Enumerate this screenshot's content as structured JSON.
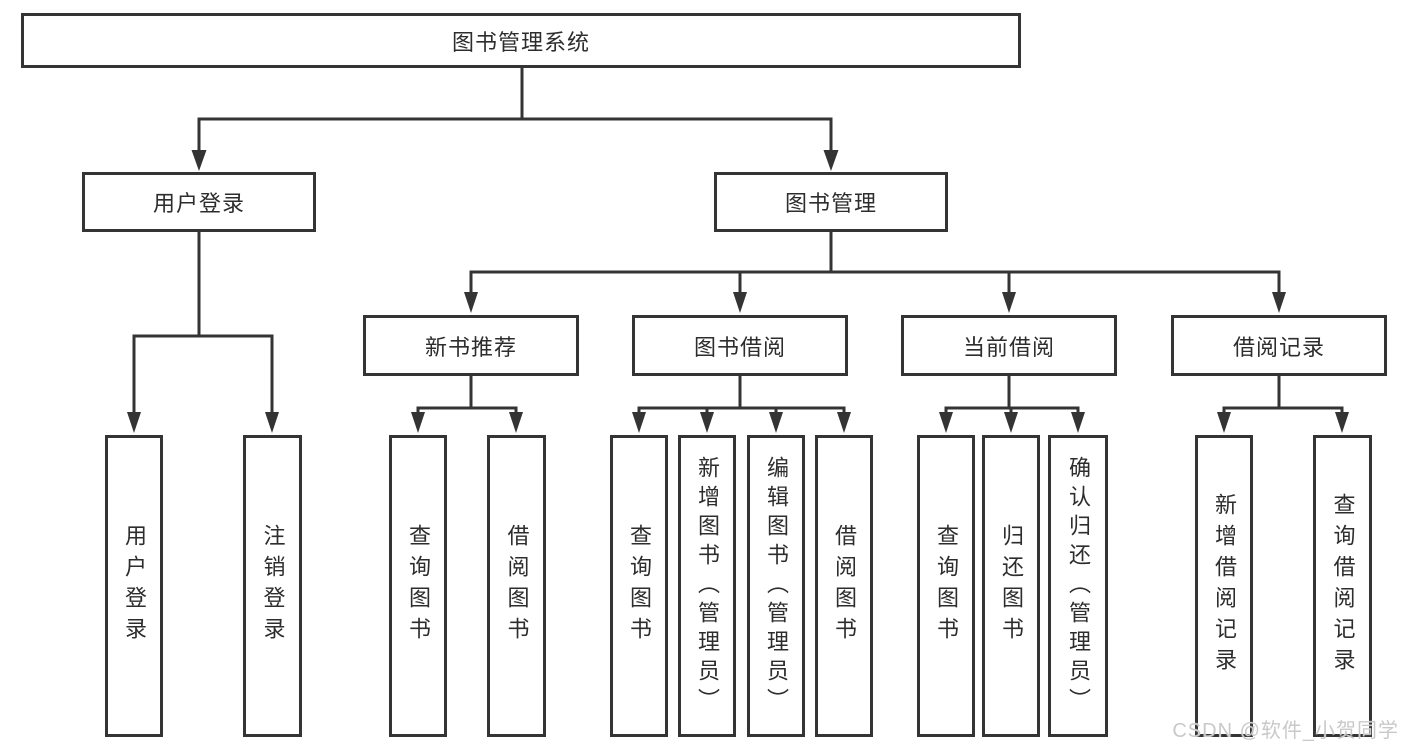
{
  "tree": {
    "label": "图书管理系统",
    "children": [
      {
        "label": "用户登录",
        "children": [
          {
            "label": "用户登录"
          },
          {
            "label": "注销登录"
          }
        ]
      },
      {
        "label": "图书管理",
        "children": [
          {
            "label": "新书推荐",
            "children": [
              {
                "label": "查询图书"
              },
              {
                "label": "借阅图书"
              }
            ]
          },
          {
            "label": "图书借阅",
            "children": [
              {
                "label": "查询图书"
              },
              {
                "label": "新增图书（管理员）"
              },
              {
                "label": "编辑图书（管理员）"
              },
              {
                "label": "借阅图书"
              }
            ]
          },
          {
            "label": "当前借阅",
            "children": [
              {
                "label": "查询图书"
              },
              {
                "label": "归还图书"
              },
              {
                "label": "确认归还（管理员）"
              }
            ]
          },
          {
            "label": "借阅记录",
            "children": [
              {
                "label": "新增借阅记录"
              },
              {
                "label": "查询借阅记录"
              }
            ]
          }
        ]
      }
    ]
  },
  "watermark": {
    "text": "CSDN @软件_小贺同学"
  },
  "colors": {
    "line": "#343434",
    "box_border": "#343434",
    "text": "#2d2d2d",
    "background": "#ffffff",
    "watermark": "#c9c9c9"
  }
}
